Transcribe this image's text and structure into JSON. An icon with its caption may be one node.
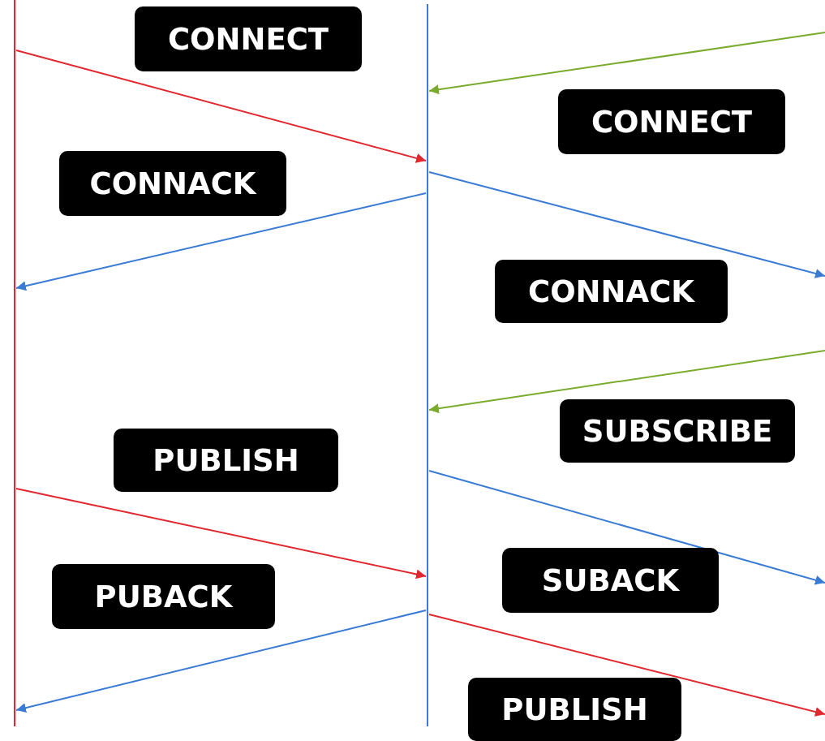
{
  "diagram": {
    "nodes": [
      {
        "text": [],
        "shape": "bar"
      },
      {
        "text": [],
        "shape": "bar"
      },
      {
        "text": [
          "CONNECT"
        ]
      },
      {
        "text": [
          "CONNECT"
        ]
      },
      {
        "text": [
          "CONNACK"
        ]
      },
      {
        "text": [
          "CONNACK"
        ]
      },
      {
        "text": [
          "SUBSCRIBE"
        ]
      },
      {
        "text": [
          "PUBLISH"
        ]
      },
      {
        "text": [
          "SUBACK"
        ]
      },
      {
        "text": [
          "PUBACK"
        ]
      },
      {
        "text": [
          "PUBLISH"
        ]
      }
    ],
    "edges": [
      {
        "from": 0,
        "to": 1,
        "arrow": "to",
        "color": "#e0282e"
      },
      {
        "from": null,
        "to": 1,
        "arrow": "to",
        "color": "#7aab2e"
      },
      {
        "from": 1,
        "to": 0,
        "arrow": "to"
      },
      {
        "from": 1,
        "to": null,
        "arrow": "to"
      },
      {
        "from": null,
        "to": 1,
        "arrow": "to",
        "color": "#7aab2e"
      },
      {
        "from": 0,
        "to": 1,
        "arrow": "to",
        "color": "#e0282e"
      },
      {
        "from": 1,
        "to": null,
        "arrow": "to"
      },
      {
        "from": 1,
        "to": 0,
        "arrow": "to"
      },
      {
        "from": 1,
        "to": null,
        "arrow": "to",
        "color": "#e0282e"
      }
    ]
  }
}
